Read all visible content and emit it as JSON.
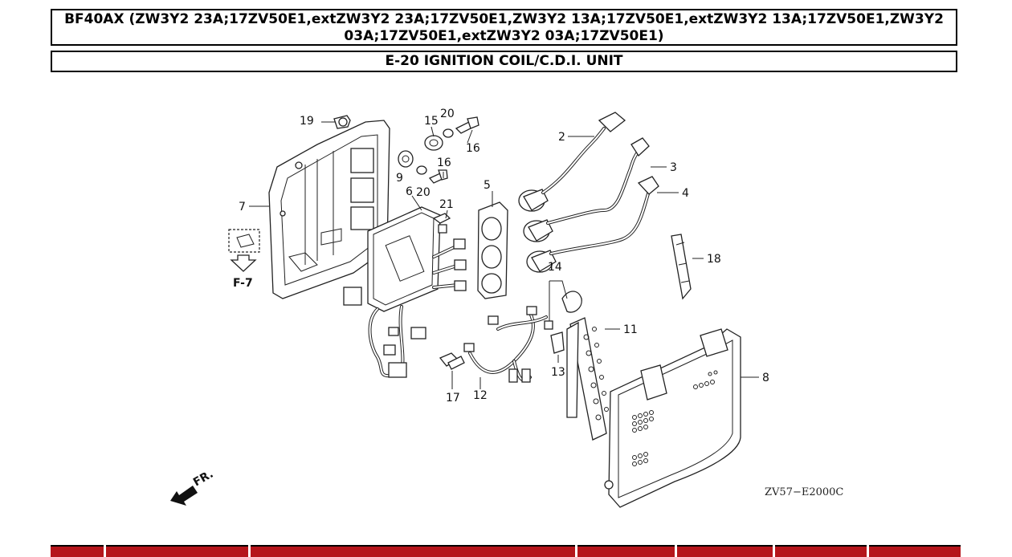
{
  "header": {
    "model_title": "BF40AX (ZW3Y2 23A;17ZV50E1,extZW3Y2 23A;17ZV50E1,ZW3Y2 13A;17ZV50E1,extZW3Y2 13A;17ZV50E1,ZW3Y2 03A;17ZV50E1,extZW3Y2 03A;17ZV50E1)",
    "section_title": "E-20 IGNITION COIL/C.D.I. UNIT"
  },
  "diagram": {
    "callouts": [
      "2",
      "3",
      "4",
      "5",
      "6",
      "7",
      "8",
      "9",
      "11",
      "12",
      "13",
      "14",
      "15",
      "16",
      "16",
      "17",
      "18",
      "19",
      "20",
      "20",
      "21"
    ],
    "reference_label": "F-7",
    "front_label": "FR.",
    "drawing_code": "ZV57−E2000C"
  },
  "table": {
    "header_color": "#b5151b",
    "column_count": 7
  }
}
